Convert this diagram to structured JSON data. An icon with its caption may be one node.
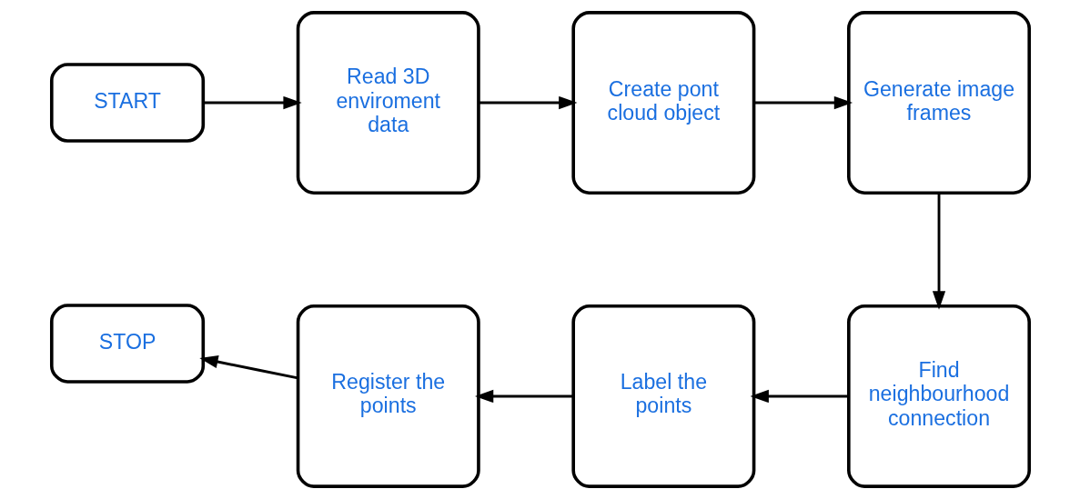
{
  "diagram": {
    "nodes": [
      {
        "text": [
          "START"
        ]
      },
      {
        "text": [
          "Read 3D enviroment data"
        ]
      },
      {
        "text": [
          "Create pont cloud object"
        ]
      },
      {
        "text": [
          "Generate image frames"
        ]
      },
      {
        "text": [
          "Find neighbourhood connection"
        ]
      },
      {
        "text": [
          "Label the points"
        ]
      },
      {
        "text": [
          "Register the points"
        ]
      },
      {
        "text": [
          "STOP"
        ]
      }
    ],
    "edges": [
      {
        "from": 0,
        "to": 1,
        "arrow": "to"
      },
      {
        "from": 1,
        "to": 2,
        "arrow": "to"
      },
      {
        "from": 2,
        "to": 3,
        "arrow": "to"
      },
      {
        "from": 3,
        "to": 4,
        "arrow": "to"
      },
      {
        "from": 4,
        "to": 5,
        "arrow": "to"
      },
      {
        "from": 5,
        "to": 6,
        "arrow": "to"
      },
      {
        "from": 6,
        "to": 7,
        "arrow": "to"
      }
    ]
  }
}
